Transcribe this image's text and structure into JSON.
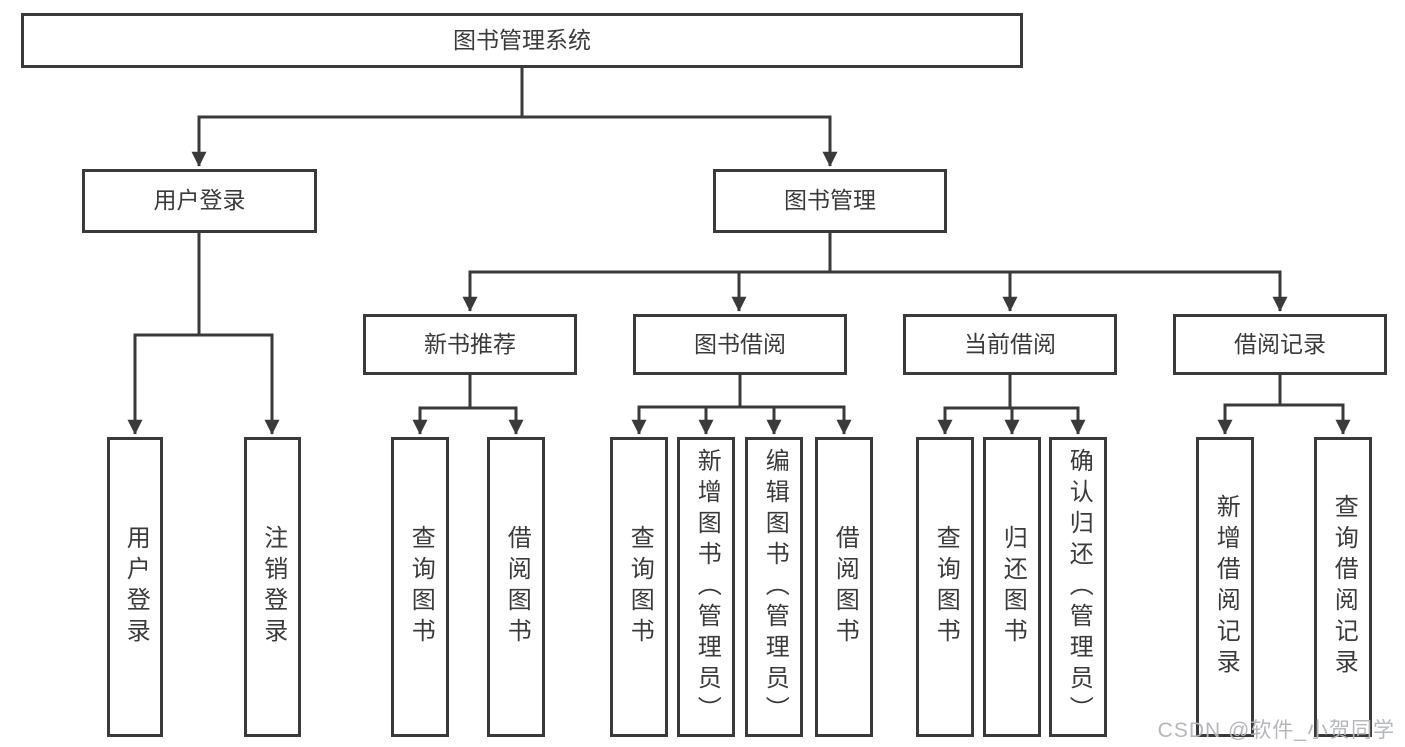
{
  "colors": {
    "line": "#3a3a3a",
    "box_border": "#3a3a3a",
    "text": "#3b3b3b",
    "watermark_text": "#b5b7bb",
    "background": "#ffffff"
  },
  "tree": {
    "root": {
      "label": "图书管理系统"
    },
    "branches": [
      {
        "label": "用户登录",
        "leaves": [
          {
            "label": "用户登录"
          },
          {
            "label": "注销登录"
          }
        ]
      },
      {
        "label": "图书管理",
        "groups": [
          {
            "label": "新书推荐",
            "leaves": [
              {
                "label": "查询图书"
              },
              {
                "label": "借阅图书"
              }
            ]
          },
          {
            "label": "图书借阅",
            "leaves": [
              {
                "label": "查询图书"
              },
              {
                "label": "新增图书（管理员）"
              },
              {
                "label": "编辑图书（管理员）"
              },
              {
                "label": "借阅图书"
              }
            ]
          },
          {
            "label": "当前借阅",
            "leaves": [
              {
                "label": "查询图书"
              },
              {
                "label": "归还图书"
              },
              {
                "label": "确认归还（管理员）"
              }
            ]
          },
          {
            "label": "借阅记录",
            "leaves": [
              {
                "label": "新增借阅记录"
              },
              {
                "label": "查询借阅记录"
              }
            ]
          }
        ]
      }
    ]
  },
  "watermark": {
    "text": "CSDN @软件_小贺同学"
  }
}
